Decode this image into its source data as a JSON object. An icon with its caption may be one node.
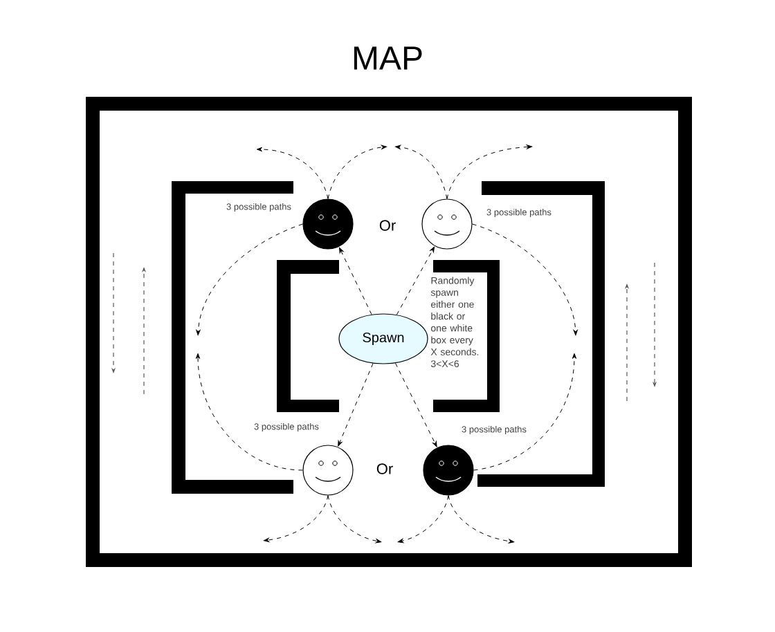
{
  "diagram": {
    "title": "MAP",
    "nodes": [
      {
        "text": [],
        "shape": "circle",
        "beside": [
          "3 possible paths"
        ]
      },
      {
        "text": [],
        "shape": "circle",
        "beside": [
          "3 possible paths"
        ]
      },
      {
        "text": [
          "Spawn"
        ]
      },
      {
        "text": [],
        "shape": "circle",
        "beside": [
          "3 possible paths"
        ]
      },
      {
        "text": [],
        "shape": "circle",
        "beside": [
          "3 possible paths"
        ]
      }
    ],
    "edges": [
      {
        "from": 2,
        "to": 0,
        "arrow": "to",
        "style": "dashed"
      },
      {
        "from": 2,
        "to": 1,
        "arrow": "to",
        "style": "dashed"
      },
      {
        "from": 2,
        "to": 3,
        "arrow": "to",
        "style": "dashed"
      },
      {
        "from": 2,
        "to": 4,
        "arrow": "to",
        "style": "dashed"
      },
      {
        "from": 0,
        "to": null,
        "arrow": "to",
        "style": "dashed"
      },
      {
        "from": 0,
        "to": null,
        "arrow": "to",
        "style": "dashed"
      },
      {
        "from": 0,
        "to": null,
        "arrow": "to",
        "style": "dashed"
      },
      {
        "from": 1,
        "to": null,
        "arrow": "to",
        "style": "dashed"
      },
      {
        "from": 1,
        "to": null,
        "arrow": "to",
        "style": "dashed"
      },
      {
        "from": 1,
        "to": null,
        "arrow": "to",
        "style": "dashed"
      },
      {
        "from": 3,
        "to": null,
        "arrow": "to",
        "style": "dashed"
      },
      {
        "from": 3,
        "to": null,
        "arrow": "to",
        "style": "dashed"
      },
      {
        "from": 3,
        "to": null,
        "arrow": "to",
        "style": "dashed"
      },
      {
        "from": 4,
        "to": null,
        "arrow": "to",
        "style": "dashed"
      },
      {
        "from": 4,
        "to": null,
        "arrow": "to",
        "style": "dashed"
      },
      {
        "from": 4,
        "to": null,
        "arrow": "to",
        "style": "dashed"
      }
    ],
    "labels": [
      "Or",
      "Randomly spawn either one black or one white box every X seconds. 3<X<6",
      "Or"
    ]
  }
}
